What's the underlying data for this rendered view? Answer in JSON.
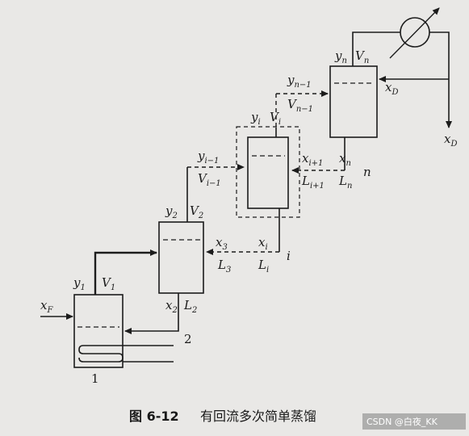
{
  "figure": {
    "caption_number": "图 6-12",
    "caption_title": "有回流多次简单蒸馏",
    "watermark": "CSDN @白夜_KK"
  },
  "labels": {
    "xF_main": "x",
    "xF_sub": "F",
    "still1_number": "1",
    "stage2_number": "2",
    "stage_i_index": "i",
    "stage_n_index": "n",
    "y1_main": "y",
    "y1_sub": "1",
    "V1_main": "V",
    "V1_sub": "1",
    "x2_main": "x",
    "x2_sub": "2",
    "L2_main": "L",
    "L2_sub": "2",
    "y2_main": "y",
    "y2_sub": "2",
    "V2_main": "V",
    "V2_sub": "2",
    "x3_main": "x",
    "x3_sub": "3",
    "L3_main": "L",
    "L3_sub": "3",
    "yim1_main": "y",
    "yim1_sub": "i−1",
    "Vim1_main": "V",
    "Vim1_sub": "i−1",
    "yi_main": "y",
    "yi_sub": "i",
    "Vi_main": "V",
    "Vi_sub": "i",
    "xi_main": "x",
    "xi_sub": "i",
    "Li_main": "L",
    "Li_sub": "i",
    "xip1_main": "x",
    "xip1_sub": "i+1",
    "Lip1_main": "L",
    "Lip1_sub": "i+1",
    "ynm1_main": "y",
    "ynm1_sub": "n−1",
    "Vnm1_main": "V",
    "Vnm1_sub": "n−1",
    "yn_main": "y",
    "yn_sub": "n",
    "Vn_main": "V",
    "Vn_sub": "n",
    "xn_main": "x",
    "xn_sub": "n",
    "Ln_main": "L",
    "Ln_sub": "n",
    "xD_inner_main": "x",
    "xD_inner_sub": "D",
    "xD_out_main": "x",
    "xD_out_sub": "D"
  }
}
